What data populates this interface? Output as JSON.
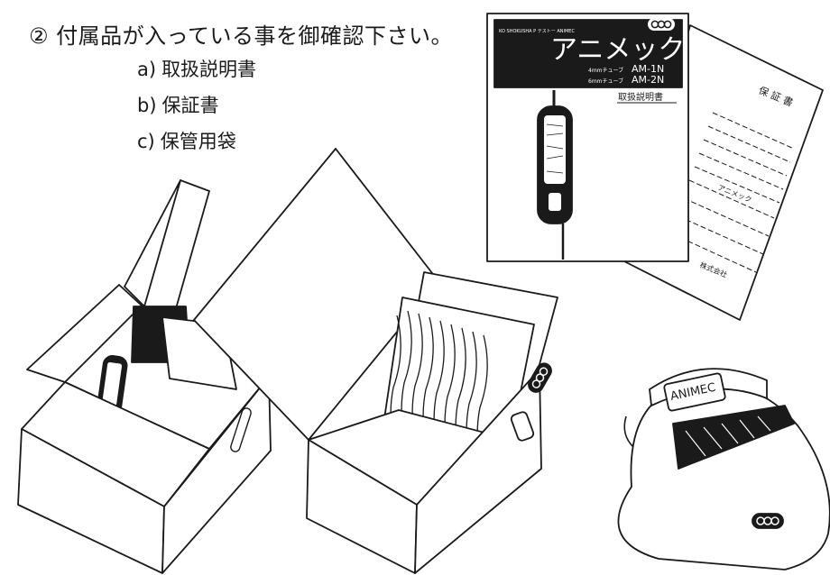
{
  "instruction": {
    "marker": "②",
    "text": "付属品が入っている事を御確認下さい。"
  },
  "items": [
    {
      "key": "a)",
      "label": "取扱説明書"
    },
    {
      "key": "b)",
      "label": "保証書"
    },
    {
      "key": "c)",
      "label": "保管用袋"
    }
  ],
  "manual": {
    "small_caption": "KO SHOKUSHA  P  テストー  ANIMEC",
    "product_name": "アニメック",
    "model_line1_prefix": "4mmチューブ",
    "model_line1": "AM-1N",
    "model_line2_prefix": "6mmチューブ",
    "model_line2": "AM-2N",
    "doc_title": "取扱説明書"
  },
  "warranty": {
    "title": "保 証 書",
    "field_label": "アニメック",
    "company": "株式会社"
  },
  "pouch": {
    "brand": "ANIMEC"
  },
  "colors": {
    "ink": "#1a1a1a",
    "paper": "#ffffff"
  }
}
